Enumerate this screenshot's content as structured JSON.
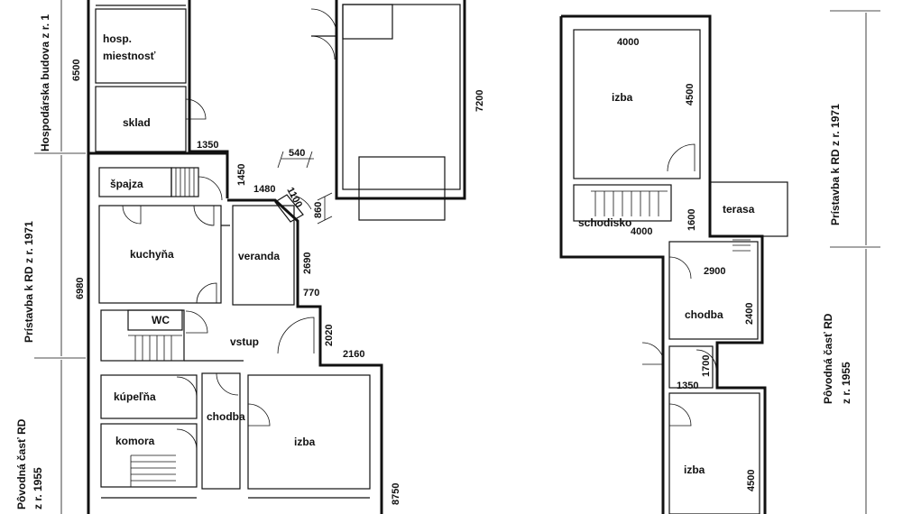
{
  "sections": {
    "hospodarska": "Hospodárska budova z r. 1",
    "pristavba_left": "Prístavba k RD z r. 1971",
    "povodna_left_1": "Pôvodná časť RD",
    "povodna_left_2": "z r. 1955",
    "pristavba_right": "Prístavba k RD z r. 1971",
    "povodna_right_1": "Pôvodná časť RD",
    "povodna_right_2": "z r. 1955"
  },
  "rooms": {
    "hosp_1": "hosp.",
    "hosp_2": "miestnosť",
    "sklad": "sklad",
    "spajza": "špajza",
    "kuchyna": "kuchyňa",
    "veranda": "veranda",
    "wc": "WC",
    "vstup": "vstup",
    "kupelna": "kúpeľňa",
    "chodba_left": "chodba",
    "komora": "komora",
    "izba_left": "izba",
    "izba_right_top": "izba",
    "schodisko": "schodisko",
    "terasa": "terasa",
    "chodba_right": "chodba",
    "izba_right_bottom": "izba"
  },
  "dimensions": {
    "d6500": "6500",
    "d6980": "6980",
    "d8750": "8750",
    "d1350a": "1350",
    "d1450": "1450",
    "d540": "540",
    "d1480": "1480",
    "d1100": "1100",
    "d860": "860",
    "d7200": "7200",
    "d2690": "2690",
    "d770": "770",
    "d2020": "2020",
    "d2160": "2160",
    "d4000a": "4000",
    "d4500a": "4500",
    "d4000b": "4000",
    "d1600": "1600",
    "d2900": "2900",
    "d2400": "2400",
    "d1700": "1700",
    "d1350b": "1350",
    "d4500b": "4500"
  }
}
